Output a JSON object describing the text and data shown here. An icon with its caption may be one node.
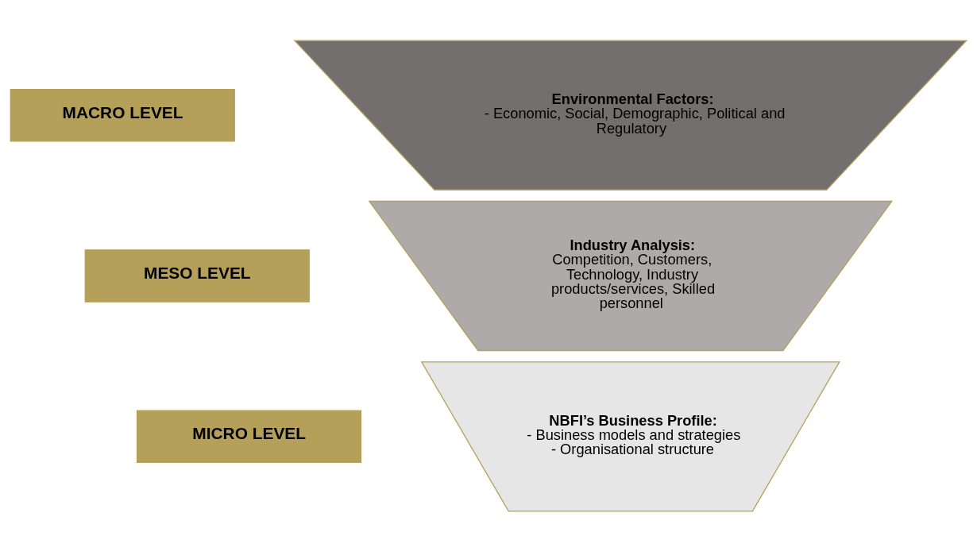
{
  "diagram": {
    "nodes": [
      {
        "text": [
          "MACRO LEVEL"
        ]
      },
      {
        "text": [
          "MESO LEVEL"
        ]
      },
      {
        "text": [
          "MICRO LEVEL"
        ]
      },
      {
        "text": [
          "Environmental Factors:",
          "- Economic, Social, Demographic, Political and Regulatory"
        ]
      },
      {
        "text": [
          "Industry Analysis:",
          "Competition, Customers, Technology, Industry products/services, Skilled personnel"
        ]
      },
      {
        "text": [
          "NBFI’s Business Profile:",
          "- Business models and strategies",
          "- Organisational structure"
        ]
      }
    ]
  }
}
